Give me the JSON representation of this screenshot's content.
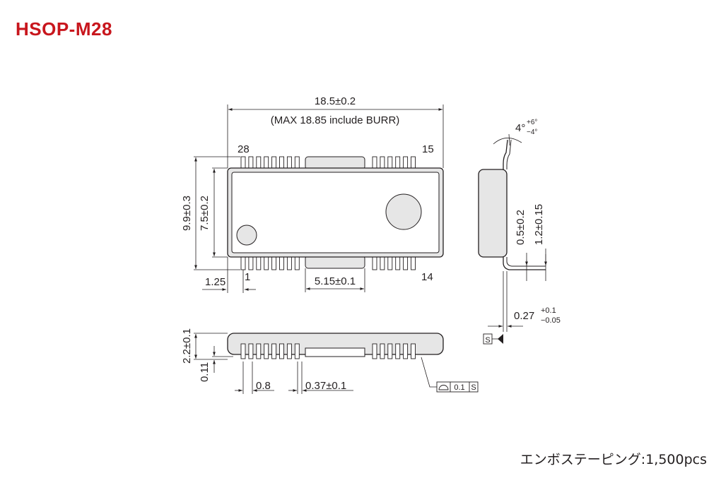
{
  "title": "HSOP-M28",
  "top_view": {
    "width_dim": "18.5±0.2",
    "width_note": "(MAX 18.85 include BURR)",
    "pin_28": "28",
    "pin_15": "15",
    "pin_1": "1",
    "pin_14": "14",
    "height_outer_dim": "9.9±0.3",
    "height_body_dim": "7.5±0.2",
    "lead_offset_dim": "1.25",
    "tab_width_dim": "5.15±0.1"
  },
  "side_view": {
    "angle_base": "4°",
    "angle_plus": "+6°",
    "angle_minus": "−4°",
    "lead_dim": "0.5±0.2",
    "foot_dim": "1.2±0.15",
    "thickness_base": "0.27",
    "thickness_plus": "+0.1",
    "thickness_minus": "−0.05",
    "datum": "S"
  },
  "front_view": {
    "height_dim": "2.2±0.1",
    "standoff_dim": "0.11",
    "pitch_dim": "0.8",
    "lead_width_dim": "0.37±0.1",
    "flatness_value": "0.1",
    "flatness_datum": "S"
  },
  "footer": "エンボステーピング:1,500pcs",
  "colors": {
    "title": "#c8161d",
    "line": "#231f20",
    "body_fill": "#e6e6e6"
  }
}
